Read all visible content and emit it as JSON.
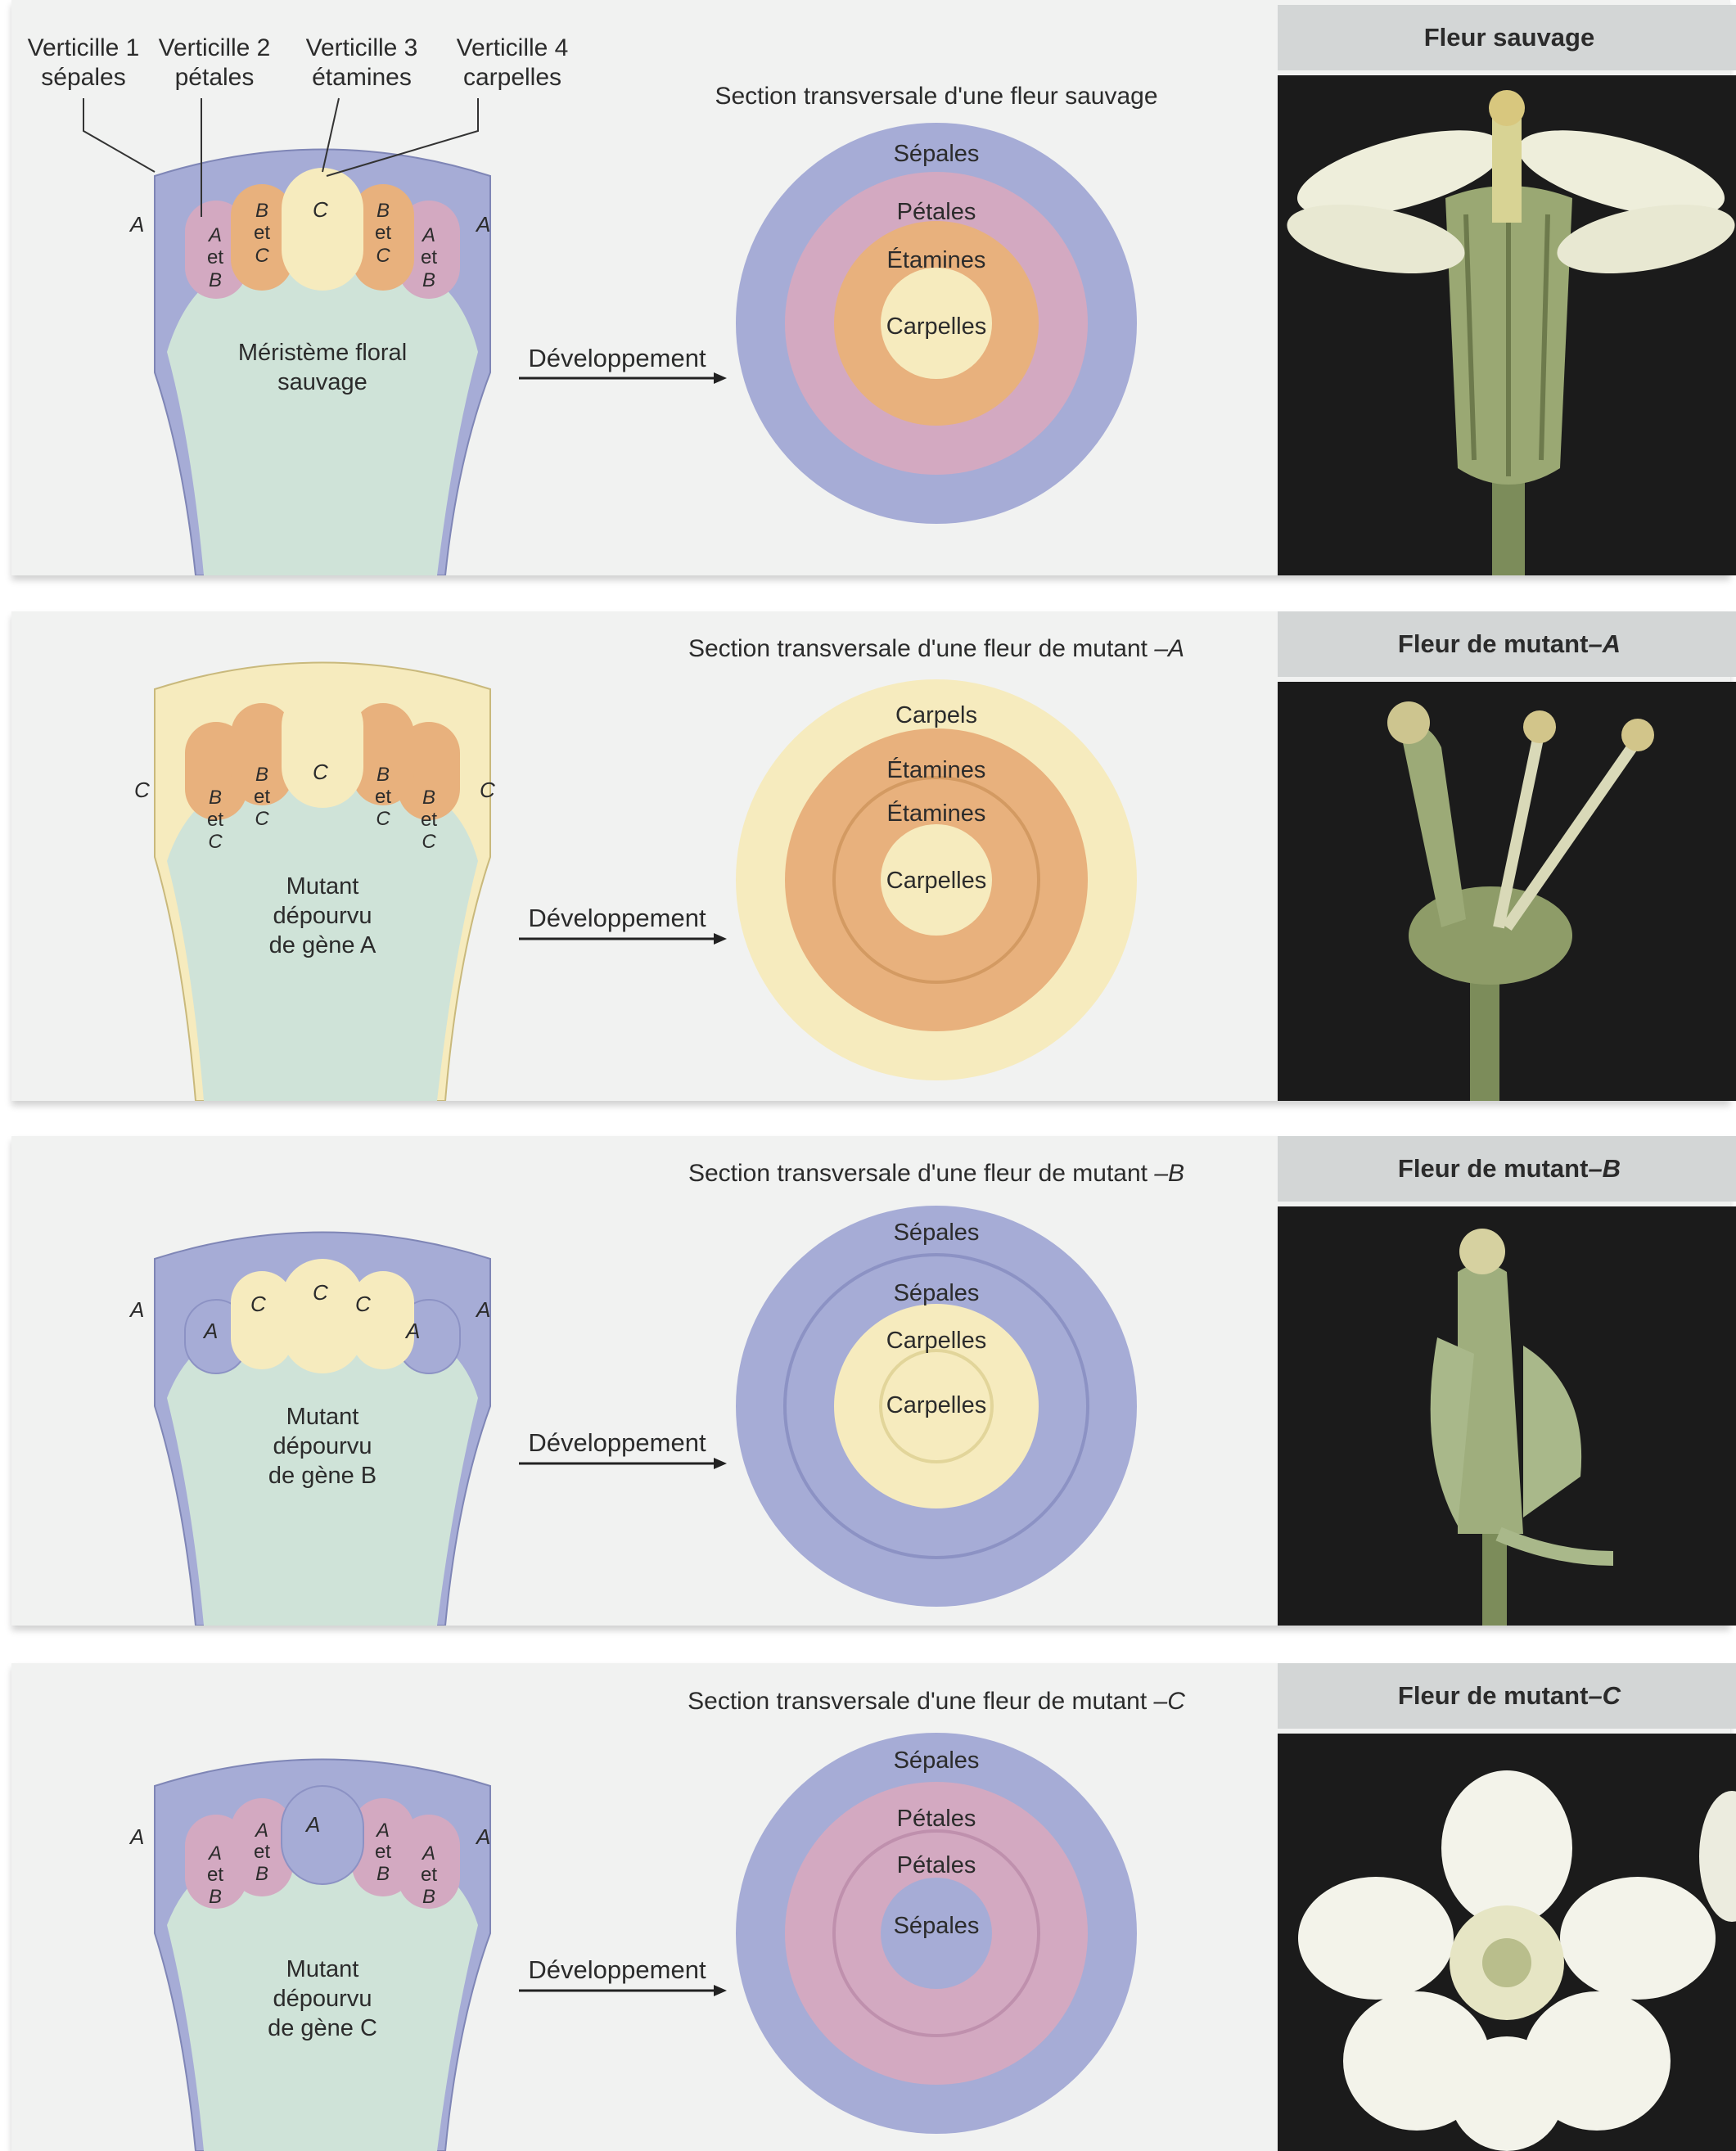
{
  "wild": {
    "whorls": [
      {
        "name": "Verticille 1",
        "organ": "sépales"
      },
      {
        "name": "Verticille 2",
        "organ": "pétales"
      },
      {
        "name": "Verticille 3",
        "organ": "étamines"
      },
      {
        "name": "Verticille 4",
        "organ": "carpelles"
      }
    ],
    "meristem_line1": "Méristème floral",
    "meristem_line2": "sauvage",
    "section_title": "Section transversale d'une fleur sauvage",
    "rings": [
      "Sépales",
      "Pétales",
      "Étamines",
      "Carpelles"
    ],
    "photo_title": "Fleur sauvage",
    "genes": {
      "w1": "A",
      "w2": [
        "A",
        "et",
        "B"
      ],
      "w3": [
        "B",
        "et",
        "C"
      ],
      "w4": "C"
    }
  },
  "mutantA": {
    "meristem_lines": [
      "Mutant",
      "dépourvu",
      "de gène A"
    ],
    "section_title_prefix": "Section transversale d'une fleur de mutant ",
    "section_title_gene": "–A",
    "rings": [
      "Carpels",
      "Étamines",
      "Étamines",
      "Carpelles"
    ],
    "photo_title_prefix": "Fleur de mutant ",
    "photo_title_gene": "–A",
    "genes": {
      "w1": "C",
      "w2": [
        "B",
        "et",
        "C"
      ],
      "w3": [
        "B",
        "et",
        "C"
      ],
      "w4": "C"
    }
  },
  "mutantB": {
    "meristem_lines": [
      "Mutant",
      "dépourvu",
      "de gène B"
    ],
    "section_title_prefix": "Section transversale d'une fleur de mutant ",
    "section_title_gene": "–B",
    "rings": [
      "Sépales",
      "Sépales",
      "Carpelles",
      "Carpelles"
    ],
    "photo_title_prefix": "Fleur de mutant ",
    "photo_title_gene": "–B",
    "genes": {
      "w1": "A",
      "w2": "A",
      "w3": "C",
      "w4": "C"
    }
  },
  "mutantC": {
    "meristem_lines": [
      "Mutant",
      "dépourvu",
      "de gène C"
    ],
    "section_title_prefix": "Section transversale d'une fleur de mutant ",
    "section_title_gene": "–C",
    "rings": [
      "Sépales",
      "Pétales",
      "Pétales",
      "Sépales"
    ],
    "photo_title_prefix": "Fleur de mutant ",
    "photo_title_gene": "–C",
    "genes": {
      "w1": "A",
      "w2": [
        "A",
        "et",
        "B"
      ],
      "w3": [
        "A",
        "et",
        "B"
      ],
      "w4": "A"
    }
  },
  "arrow_label": "Développement",
  "colors": {
    "sepal": "#a6acd6",
    "petal": "#d3a9c1",
    "stamen": "#e8b17d",
    "carpel": "#f6ebbe",
    "meristem": "#cfe3d8",
    "panel_bg": "#f1f2f1",
    "photo_bg": "#1a1a1a"
  }
}
